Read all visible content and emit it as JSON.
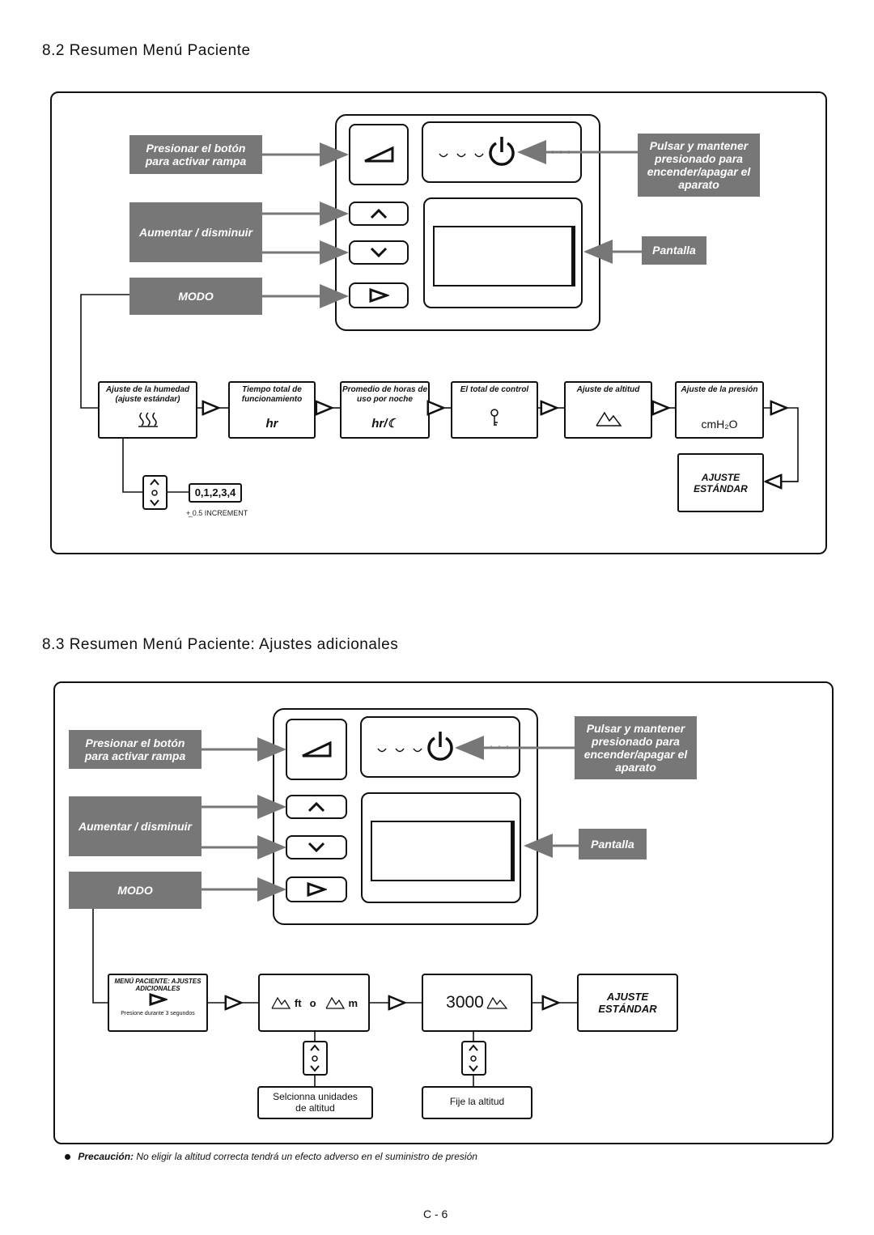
{
  "section1": {
    "title": "8.2 Resumen Menú Paciente",
    "labels": {
      "ramp": "Presionar el botón para activar rampa",
      "updown": "Aumentar / disminuir",
      "mode": "MODO",
      "power": "Pulsar y mantener presionado para encender/apagar el aparato",
      "display": "Pantalla"
    },
    "menu": [
      {
        "label": "Ajuste de la humedad (ajuste estándar)",
        "symbol": "heat-waves-icon"
      },
      {
        "label": "Tiempo total de funcionamiento",
        "symbol_text": "hr"
      },
      {
        "label": "Promedio de horas de uso por noche",
        "symbol_text": "hr/☾"
      },
      {
        "label": "El total de control",
        "symbol": "key-icon"
      },
      {
        "label": "Ajuste de altitud",
        "symbol": "mountain-icon"
      },
      {
        "label": "Ajuste de la presión",
        "symbol_text": "cmH₂O"
      }
    ],
    "humidity_values": "0,1,2,3,4",
    "increment_note": "+̲ 0.5 INCREMENT",
    "standard": "AJUSTE ESTÁNDAR"
  },
  "section2": {
    "title": "8.3 Resumen Menú Paciente: Ajustes adicionales",
    "labels": {
      "ramp": "Presionar el botón para activar rampa",
      "updown": "Aumentar / disminuir",
      "mode": "MODO",
      "power": "Pulsar y mantener presionado para encender/apagar el aparato",
      "display": "Pantalla"
    },
    "menu_box": {
      "title": "MENÚ PACIENTE: AJUSTES ADICIONALES",
      "hint": "Presione durante 3 segundos"
    },
    "units": {
      "ft": "ft",
      "or": "o",
      "m": "m"
    },
    "altitude_value": "3000",
    "standard": "AJUSTE ESTÁNDAR",
    "select_units": "Selcionna unidades de altitud",
    "set_altitude": "Fije la altitud"
  },
  "caution": {
    "prefix": "Precaución:",
    "text": "No eligir la altitud correcta tendrá un efecto adverso en el suministro de presión"
  },
  "page_number": "C - 6"
}
